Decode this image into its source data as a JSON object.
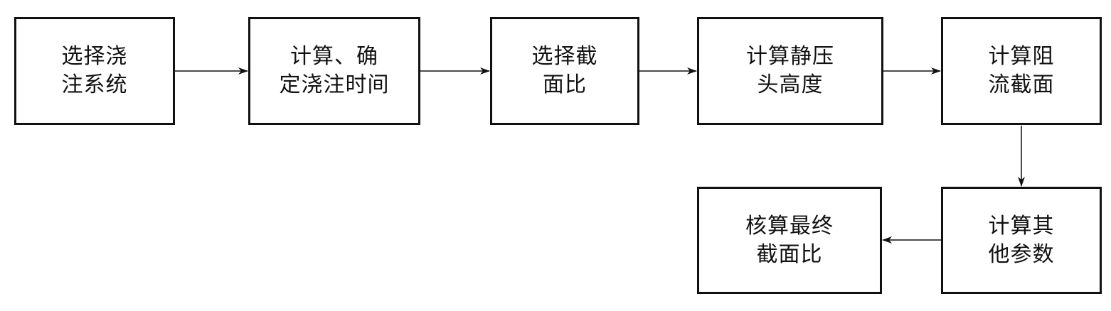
{
  "diagram": {
    "nodes": [
      {
        "id": "n1",
        "lines": [
          "选择浇",
          "注系统"
        ]
      },
      {
        "id": "n2",
        "lines": [
          "计算、确",
          "定浇注时间"
        ]
      },
      {
        "id": "n3",
        "lines": [
          "选择截",
          "面比"
        ]
      },
      {
        "id": "n4",
        "lines": [
          "计算静压",
          "头高度"
        ]
      },
      {
        "id": "n5",
        "lines": [
          "计算阻",
          "流截面"
        ]
      },
      {
        "id": "n6",
        "lines": [
          "计算其",
          "他参数"
        ]
      },
      {
        "id": "n7",
        "lines": [
          "核算最终",
          "截面比"
        ]
      }
    ],
    "edges": [
      {
        "from": "n1",
        "to": "n2"
      },
      {
        "from": "n2",
        "to": "n3"
      },
      {
        "from": "n3",
        "to": "n4"
      },
      {
        "from": "n4",
        "to": "n5"
      },
      {
        "from": "n5",
        "to": "n6"
      },
      {
        "from": "n6",
        "to": "n7"
      }
    ]
  }
}
